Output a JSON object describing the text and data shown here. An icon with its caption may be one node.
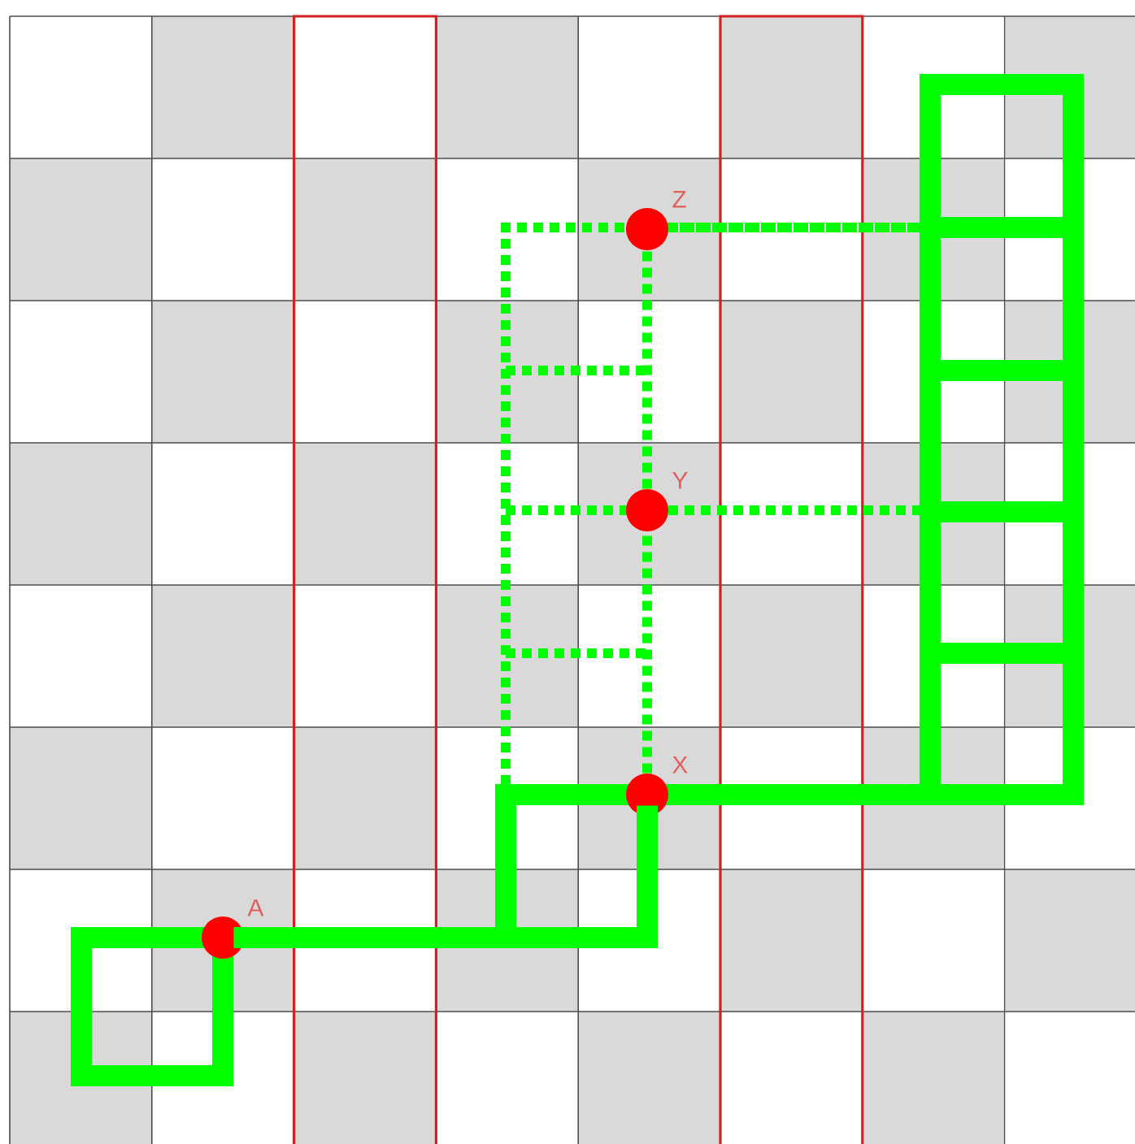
{
  "diagram": {
    "nodes": [
      {
        "text": [],
        "shape": "circle",
        "beside": [
          "A"
        ]
      },
      {
        "text": [],
        "shape": "circle",
        "beside": [
          "X"
        ]
      },
      {
        "text": [],
        "shape": "circle",
        "beside": [
          "Y"
        ]
      },
      {
        "text": [],
        "shape": "circle",
        "beside": [
          "Z"
        ]
      }
    ],
    "edges": [
      {
        "from": 0,
        "to": 1,
        "arrow": "none",
        "style": "thick"
      },
      {
        "from": 1,
        "to": 2,
        "arrow": "none",
        "style": "dashed"
      },
      {
        "from": 2,
        "to": 3,
        "arrow": "none",
        "style": "dashed"
      }
    ]
  }
}
